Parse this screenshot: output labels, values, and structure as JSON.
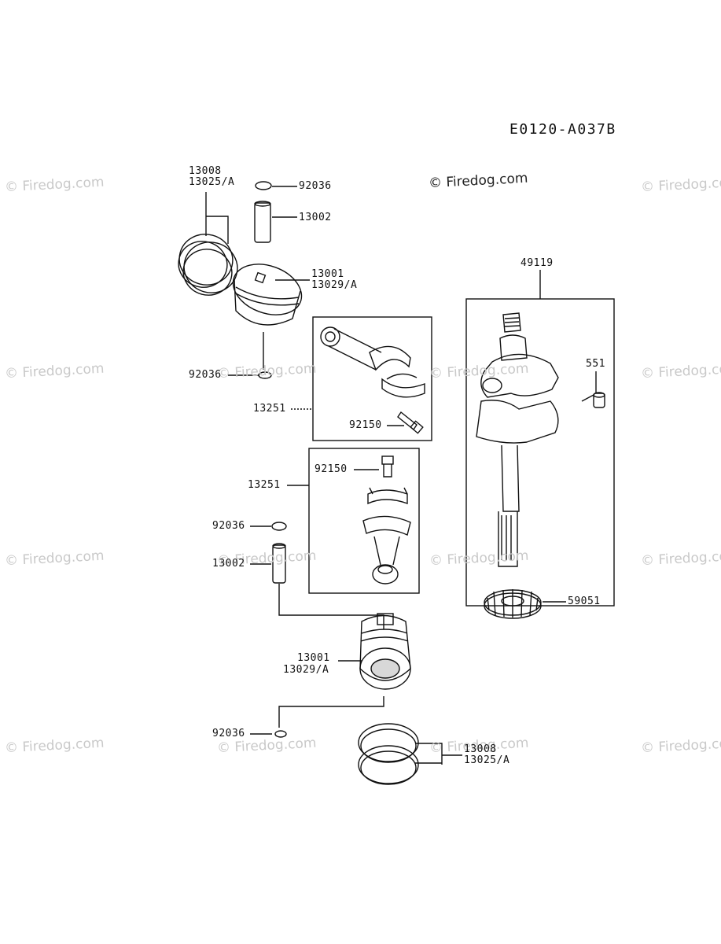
{
  "diagram_code": "E0120-A037B",
  "copyright": "© Firedog.com",
  "watermark_text": "© Firedog.com",
  "labels": {
    "top_ring_set_a": "13008",
    "top_ring_set_b": "13025/A",
    "top_clip": "92036",
    "top_pin": "13002",
    "top_piston_a": "13001",
    "top_piston_b": "13029/A",
    "top_clip_lower": "92036",
    "rod_upper_assy": "13251",
    "rod_upper_bolt": "92150",
    "rod_lower_bolt": "92150",
    "rod_lower_assy": "13251",
    "mid_clip": "92036",
    "mid_pin": "13002",
    "mid_piston_a": "13001",
    "mid_piston_b": "13029/A",
    "bottom_clip": "92036",
    "bottom_ring_set_a": "13008",
    "bottom_ring_set_b": "13025/A",
    "crankshaft": "49119",
    "key": "551",
    "gear": "59051"
  }
}
